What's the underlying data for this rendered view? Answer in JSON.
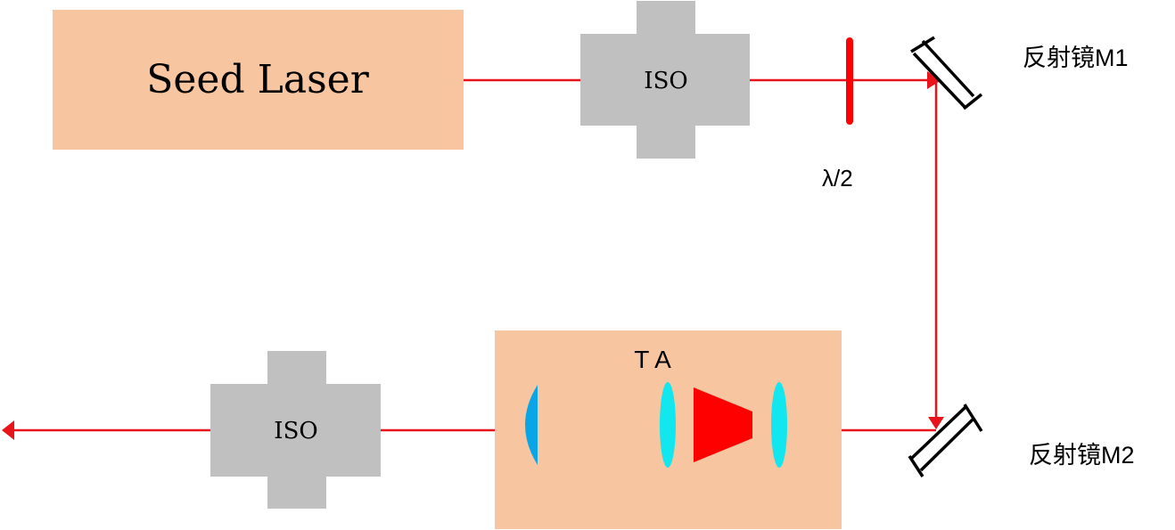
{
  "diagram": {
    "seed_laser_label": "Seed Laser",
    "iso_top_label": "ISO",
    "iso_bottom_label": "ISO",
    "waveplate_label": "λ/2",
    "mirror1_label": "反射镜M1",
    "mirror2_label": "反射镜M2",
    "ta_label": "T A"
  },
  "colors": {
    "beam": "#e8131b",
    "laser_box": "#f7c59f",
    "iso_box": "#c0c0c0",
    "lens_blue": "#0aa5e6",
    "lens_cyan": "#12e6ef",
    "ta_chip": "#ff0000",
    "mirror": "#000000"
  }
}
